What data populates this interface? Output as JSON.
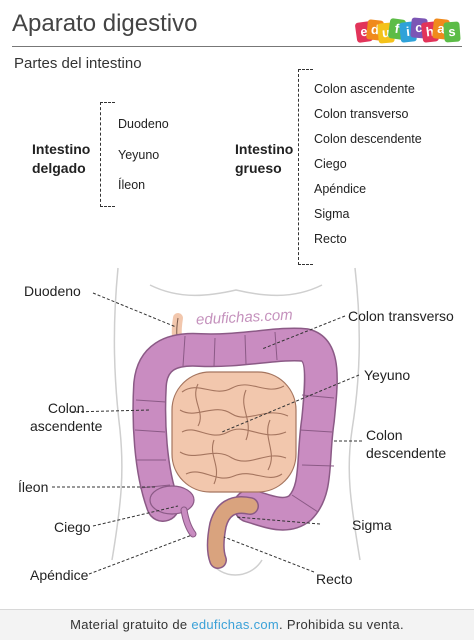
{
  "header": {
    "title": "Aparato digestivo",
    "logo_letters": [
      "e",
      "d",
      "u",
      "f",
      "i",
      "c",
      "h",
      "a",
      "s"
    ],
    "logo_colors": [
      "#e2345a",
      "#f08a1c",
      "#f4c21a",
      "#5cbc47",
      "#2fa2d9",
      "#7c56b5",
      "#e2345a",
      "#f08a1c",
      "#5cbc47"
    ]
  },
  "subtitle": "Partes del intestino",
  "small_intestine": {
    "label_line1": "Intestino",
    "label_line2": "delgado",
    "items": [
      "Duodeno",
      "Yeyuno",
      "Íleon"
    ]
  },
  "large_intestine": {
    "label_line1": "Intestino",
    "label_line2": "grueso",
    "items": [
      "Colon ascendente",
      "Colon transverso",
      "Colon descendente",
      "Ciego",
      "Apéndice",
      "Sigma",
      "Recto"
    ]
  },
  "diagram": {
    "watermark": "edufichas.com",
    "callouts": {
      "duodeno": "Duodeno",
      "colon_transverso": "Colon transverso",
      "yeyuno": "Yeyuno",
      "colon_ascendente_1": "Colon",
      "colon_ascendente_2": "ascendente",
      "colon_descendente_1": "Colon",
      "colon_descendente_2": "descendente",
      "ileon": "Íleon",
      "ciego": "Ciego",
      "sigma": "Sigma",
      "apendice": "Apéndice",
      "recto": "Recto"
    },
    "colors": {
      "colon": "#c98cc1",
      "small_intestine": "#f2c7ad",
      "body_outline": "#cfcfcf"
    }
  },
  "footer": {
    "prefix": "Material gratuito de ",
    "brand": "edufichas.com",
    "suffix": ". Prohibida su venta."
  }
}
